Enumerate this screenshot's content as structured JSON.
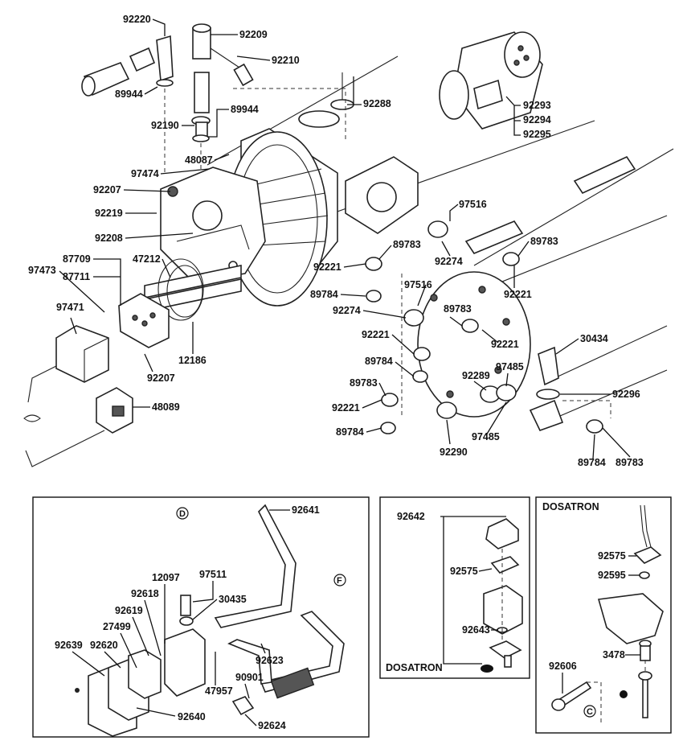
{
  "colors": {
    "line": "#111111",
    "paper": "#ffffff",
    "shade": "#555555"
  },
  "main_labels": [
    "92220",
    "92209",
    "92210",
    "89944",
    "92288",
    "89944",
    "92190",
    "92293",
    "92294",
    "92295",
    "48087",
    "97474",
    "92207",
    "92219",
    "97516",
    "92208",
    "89783",
    "92221",
    "92274",
    "89783",
    "47212",
    "87709",
    "97473",
    "87711",
    "92221",
    "97516",
    "89784",
    "97471",
    "92274",
    "89783",
    "92221",
    "92221",
    "12186",
    "89784",
    "92207",
    "30434",
    "97485",
    "92289",
    "89783",
    "92296",
    "48089",
    "92221",
    "89784",
    "97485",
    "92290",
    "89784",
    "89783"
  ],
  "panel_d": {
    "circle_d": "D",
    "circle_f": "F",
    "labels": [
      "92641",
      "12097",
      "97511",
      "92618",
      "30435",
      "92619",
      "27499",
      "92639",
      "92620",
      "92623",
      "90901",
      "47957",
      "92640",
      "92624"
    ]
  },
  "panel_dosatron_1": {
    "title": "DOSATRON",
    "labels": [
      "92642",
      "92575",
      "92643"
    ]
  },
  "panel_dosatron_2": {
    "title": "DOSATRON",
    "circle_c": "C",
    "labels": [
      "92575",
      "92595",
      "3478",
      "92606"
    ]
  }
}
